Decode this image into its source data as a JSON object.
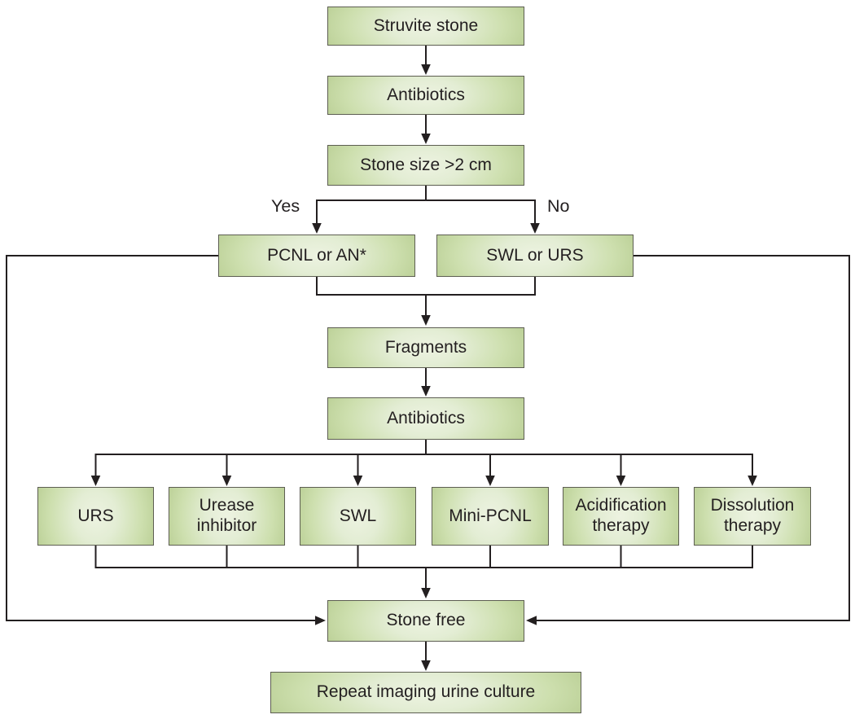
{
  "figure": {
    "type": "flowchart",
    "background_color": "#ffffff",
    "box_fill_center": "#edf3e1",
    "box_fill_edge": "#b3c98c",
    "box_border_color": "#5d5e52",
    "line_color": "#231f20",
    "text_color": "#231f20"
  },
  "nodes": {
    "struvite_stone": {
      "label": "Struvite stone"
    },
    "antibiotics_1": {
      "label": "Antibiotics"
    },
    "stone_size": {
      "label": "Stone size >2 cm"
    },
    "pcnl_an": {
      "label": "PCNL or AN*"
    },
    "swl_urs": {
      "label": "SWL or URS"
    },
    "fragments": {
      "label": "Fragments"
    },
    "antibiotics_2": {
      "label": "Antibiotics"
    },
    "urs": {
      "label": "URS"
    },
    "urease_inhibitor": {
      "label": "Urease inhibitor"
    },
    "swl": {
      "label": "SWL"
    },
    "mini_pcnl": {
      "label": "Mini-PCNL"
    },
    "acidification_therapy": {
      "label": "Acidification therapy"
    },
    "dissolution_therapy": {
      "label": "Dissolution therapy"
    },
    "stone_free": {
      "label": "Stone free"
    },
    "repeat_imaging": {
      "label": "Repeat imaging urine culture"
    }
  },
  "branch_labels": {
    "yes": "Yes",
    "no": "No"
  },
  "edges": [
    {
      "from": "Struvite stone",
      "to": "Antibiotics",
      "label": ""
    },
    {
      "from": "Antibiotics",
      "to": "Stone size >2 cm",
      "label": ""
    },
    {
      "from": "Stone size >2 cm",
      "to": "PCNL or AN*",
      "label": "Yes"
    },
    {
      "from": "Stone size >2 cm",
      "to": "SWL or URS",
      "label": "No"
    },
    {
      "from": "PCNL or AN*",
      "to": "Fragments",
      "label": ""
    },
    {
      "from": "SWL or URS",
      "to": "Fragments",
      "label": ""
    },
    {
      "from": "PCNL or AN*",
      "to": "Stone free",
      "label": ""
    },
    {
      "from": "SWL or URS",
      "to": "Stone free",
      "label": ""
    },
    {
      "from": "Fragments",
      "to": "Antibiotics",
      "label": ""
    },
    {
      "from": "Antibiotics",
      "to": "URS",
      "label": ""
    },
    {
      "from": "Antibiotics",
      "to": "Urease inhibitor",
      "label": ""
    },
    {
      "from": "Antibiotics",
      "to": "SWL",
      "label": ""
    },
    {
      "from": "Antibiotics",
      "to": "Mini-PCNL",
      "label": ""
    },
    {
      "from": "Antibiotics",
      "to": "Acidification therapy",
      "label": ""
    },
    {
      "from": "Antibiotics",
      "to": "Dissolution therapy",
      "label": ""
    },
    {
      "from": "URS",
      "to": "Stone free",
      "label": ""
    },
    {
      "from": "Urease inhibitor",
      "to": "Stone free",
      "label": ""
    },
    {
      "from": "SWL",
      "to": "Stone free",
      "label": ""
    },
    {
      "from": "Mini-PCNL",
      "to": "Stone free",
      "label": ""
    },
    {
      "from": "Acidification therapy",
      "to": "Stone free",
      "label": ""
    },
    {
      "from": "Dissolution therapy",
      "to": "Stone free",
      "label": ""
    },
    {
      "from": "Stone free",
      "to": "Repeat imaging urine culture",
      "label": ""
    }
  ]
}
